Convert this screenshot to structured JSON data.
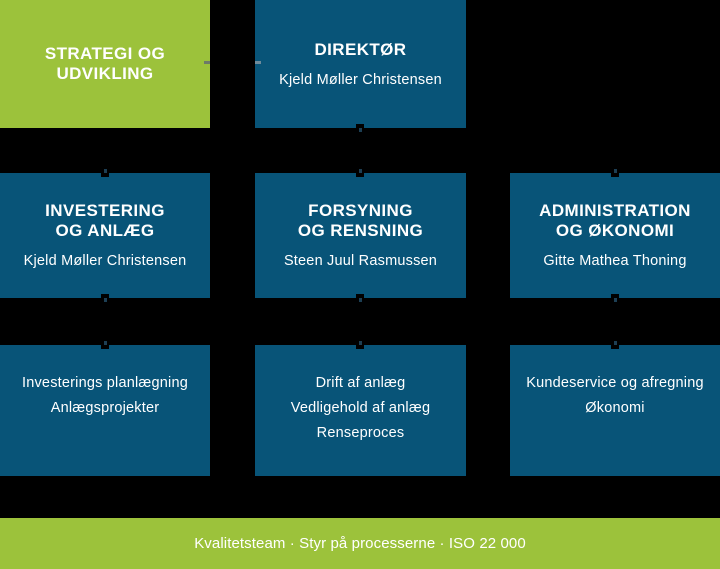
{
  "colors": {
    "background": "#000000",
    "green": "#9cc23b",
    "blue": "#085478",
    "text_on_boxes": "#ffffff"
  },
  "chart": {
    "strategy": {
      "title_lines": [
        "STRATEGI OG",
        "UDVIKLING"
      ]
    },
    "director": {
      "title": "DIREKTØR",
      "name": "Kjeld Møller Christensen"
    },
    "departments": [
      {
        "title_lines": [
          "INVESTERING",
          "OG ANLÆG"
        ],
        "name": "Kjeld Møller Christensen",
        "tasks": [
          "Investerings planlægning",
          "Anlægsprojekter"
        ]
      },
      {
        "title_lines": [
          "FORSYNING",
          "OG RENSNING"
        ],
        "name": "Steen Juul Rasmussen",
        "tasks": [
          "Drift af anlæg",
          "Vedligehold af anlæg",
          "Renseproces"
        ]
      },
      {
        "title_lines": [
          "ADMINISTRATION",
          "OG ØKONOMI"
        ],
        "name": "Gitte Mathea Thoning",
        "tasks": [
          "Kundeservice og afregning",
          "Økonomi"
        ]
      }
    ],
    "footer": {
      "label": "Kvalitetsteam · Styr på processerne · ISO 22 000"
    }
  }
}
